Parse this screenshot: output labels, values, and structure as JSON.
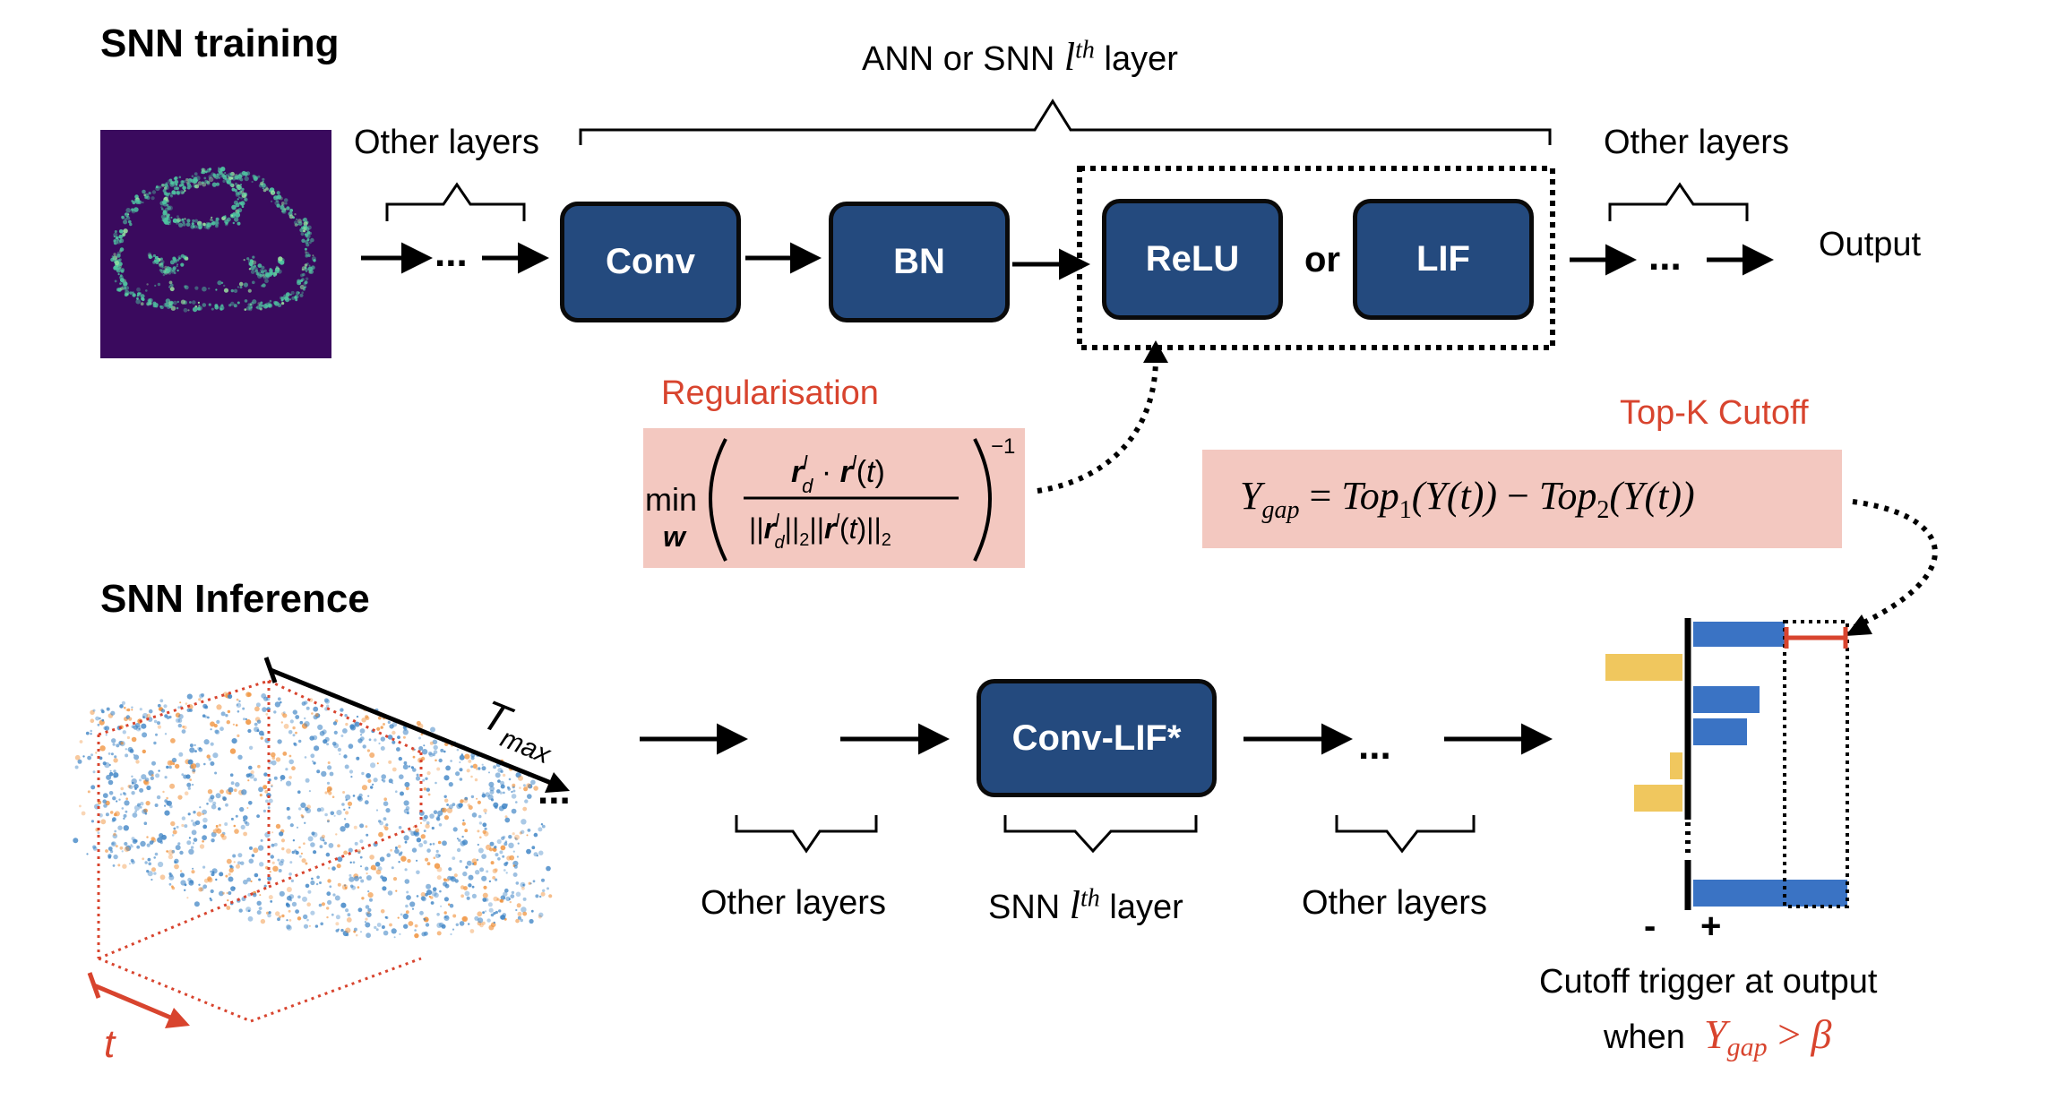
{
  "training": {
    "title": "SNN training",
    "layer_header_prefix": "ANN or SNN ",
    "layer_header_l": "l",
    "layer_header_th": "th",
    "layer_header_suffix": " layer",
    "other_layers_left": "Other layers",
    "other_layers_right": "Other layers",
    "ellipsis": "...",
    "conv": "Conv",
    "bn": "BN",
    "relu": "ReLU",
    "or": "or",
    "lif": "LIF",
    "output": "Output"
  },
  "regularisation": {
    "title": "Regularisation",
    "min": "min",
    "min_sub": "w",
    "exponent": "−1"
  },
  "topk": {
    "title": "Top-K Cutoff",
    "formula_lhs": "Y",
    "formula_lhs_sub": "gap",
    "formula_eq": " = ",
    "top": "Top",
    "sub1": "1",
    "sub2": "2",
    "arg": "(Y(t))",
    "minus": " − "
  },
  "inference": {
    "title": "SNN Inference",
    "tmax": "T",
    "tmax_sub": "max",
    "t": "t",
    "ellipsis": "...",
    "conv_lif": "Conv-LIF*",
    "other_layers_left": "Other layers",
    "snn_layer_prefix": "SNN ",
    "snn_layer_l": "l",
    "snn_layer_th": "th",
    "snn_layer_suffix": " layer",
    "other_layers_right": "Other layers",
    "minus_sign": "-",
    "plus_sign": "+",
    "cutoff_line1": "Cutoff trigger at output",
    "cutoff_when": "when",
    "cutoff_Y": "Y",
    "cutoff_sub": "gap",
    "cutoff_gt": " > ",
    "cutoff_beta": "β"
  },
  "colors": {
    "block_fill": "#244a7e",
    "accent_red": "#d8442e",
    "pink_box": "#f3c8c0",
    "bar_blue": "#3a73c4",
    "bar_yellow": "#f0c75e",
    "event_blue": "#3b82c4",
    "event_orange": "#f0913a",
    "dvs_bg": "#3a0a5e",
    "dvs_point": "#4fc3a1"
  }
}
